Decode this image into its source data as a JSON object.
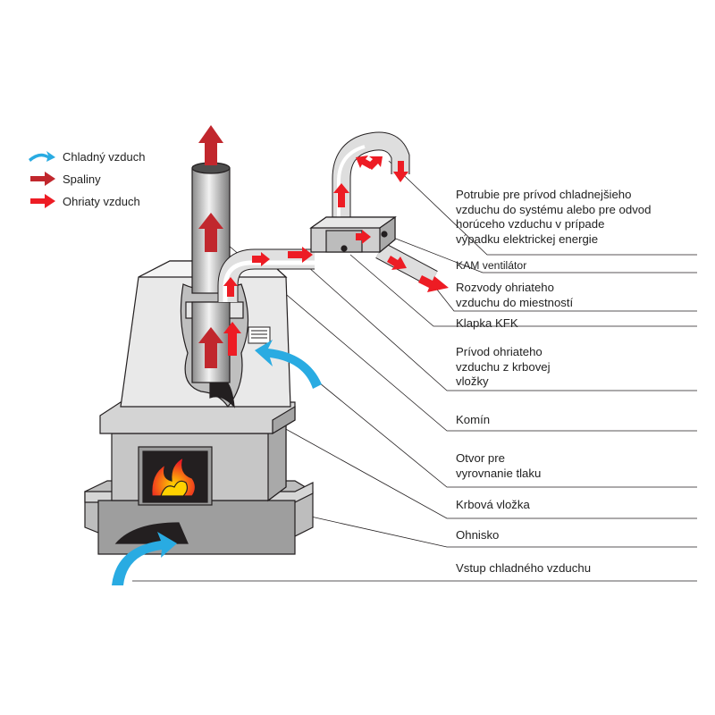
{
  "legend": [
    {
      "icon": "cold-air-arrow-icon",
      "label": "Chladný vzduch",
      "color": "#29abe2"
    },
    {
      "icon": "flue-gas-arrow-icon",
      "label": "Spaliny",
      "color": "#c1272d"
    },
    {
      "icon": "warm-air-arrow-icon",
      "label": "Ohriaty vzduch",
      "color": "#ed1c24"
    }
  ],
  "labels": [
    {
      "id": "pipe-bypass",
      "text": "Potrubie pre prívod chladnejšieho\nvzduchu do systému alebo pre odvod\nhorúceho vzduchu v prípade\nvýpadku elektrickej energie"
    },
    {
      "id": "kam-fan",
      "text": "KAM ventilátor"
    },
    {
      "id": "distribution",
      "text": "Rozvody ohriateho\nvzduchu do miestností"
    },
    {
      "id": "kfk-flap",
      "text": "Klapka KFK"
    },
    {
      "id": "hot-air-supply",
      "text": "Prívod ohriateho\nvzduchu z krbovej\nvložky"
    },
    {
      "id": "chimney",
      "text": "Komín"
    },
    {
      "id": "pressure-opening",
      "text": "Otvor pre\nvyrovnanie tlaku"
    },
    {
      "id": "fireplace-insert",
      "text": "Krbová vložka"
    },
    {
      "id": "firebox",
      "text": "Ohnisko"
    },
    {
      "id": "cold-air-inlet",
      "text": "Vstup chladného vzduchu"
    }
  ],
  "colors": {
    "cold": "#29abe2",
    "flue": "#c1272d",
    "warm": "#ed1c24",
    "outline": "#231f20",
    "stone": "#c8c8c8",
    "hood": "#e6e6e6",
    "pipe": "#d9d9d9"
  }
}
